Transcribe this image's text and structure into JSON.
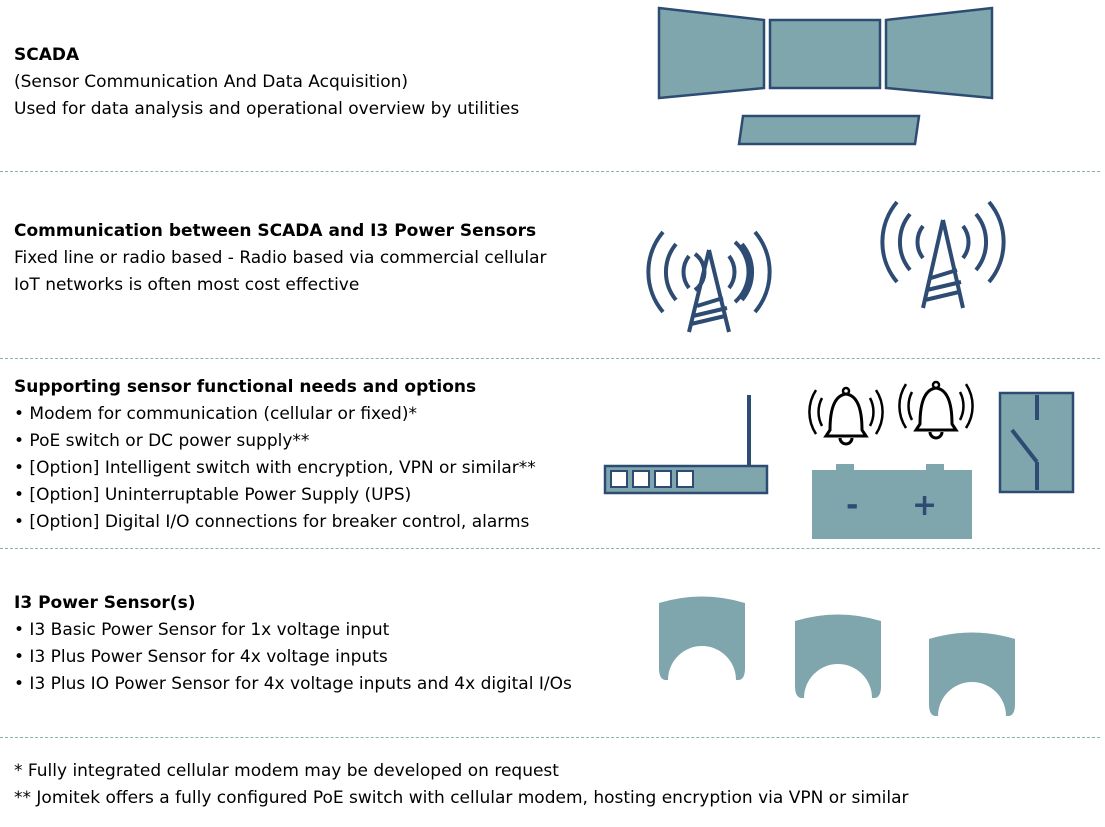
{
  "scada": {
    "title": "SCADA",
    "lines": [
      "(Sensor Communication And Data Acquisition)",
      "Used for data analysis and operational overview by utilities"
    ]
  },
  "communication": {
    "title": "Communication between SCADA and I3 Power Sensors",
    "lines": [
      "Fixed line or radio based - Radio based via commercial cellular",
      "IoT networks is often most cost effective"
    ]
  },
  "supporting": {
    "title": "Supporting sensor functional needs and options",
    "items": [
      "• Modem for communication (cellular or fixed)*",
      "• PoE switch or DC power supply**",
      "• [Option] Intelligent switch with encryption, VPN or similar**",
      "• [Option] Uninterruptable Power Supply (UPS)",
      "• [Option] Digital I/O connections for breaker control, alarms"
    ],
    "battery_minus": "-",
    "battery_plus": "+"
  },
  "sensors": {
    "title": "I3 Power Sensor(s)",
    "items": [
      "• I3 Basic Power Sensor for 1x voltage input",
      "• I3 Plus Power Sensor for 4x voltage inputs",
      "• I3 Plus IO Power Sensor for 4x voltage inputs and 4x digital I/Os"
    ]
  },
  "footnotes": [
    "* Fully integrated cellular modem may be developed on request",
    "** Jomitek offers a fully configured PoE switch with cellular modem, hosting encryption via VPN or similar"
  ],
  "colors": {
    "shape_fill": "#7fa6ac",
    "shape_stroke": "#2e4c73",
    "separator": "#8fb0b0"
  },
  "icons": [
    "monitor-wall-icon",
    "keyboard-icon",
    "radio-tower-icon",
    "router-icon",
    "alarm-bell-icon",
    "battery-icon",
    "switch-icon",
    "power-sensor-icon"
  ]
}
